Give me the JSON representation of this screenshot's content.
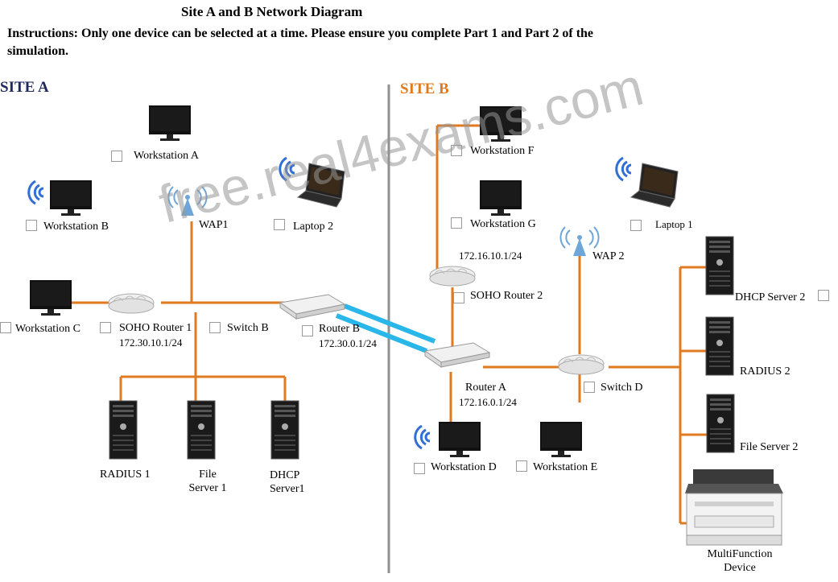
{
  "header": {
    "title": "Site A and B Network Diagram",
    "instructions": "Instructions: Only one device can be selected at a time. Please ensure you complete Part 1 and Part 2 of the simulation."
  },
  "sites": {
    "site_a": "SITE A",
    "site_b": "SITE B"
  },
  "site_a": {
    "workstation_a": "Workstation A",
    "workstation_b": "Workstation B",
    "wap1": "WAP1",
    "laptop_2": "Laptop 2",
    "workstation_c": "Workstation C",
    "soho_router_1": "SOHO Router 1",
    "soho_router_1_ip": "172.30.10.1/24",
    "switch_b": "Switch B",
    "router_b": "Router B",
    "router_b_ip": "172.30.0.1/24",
    "radius_1": "RADIUS 1",
    "file_server_1_line1": "File",
    "file_server_1_line2": "Server 1",
    "dhcp_server1_line1": "DHCP",
    "dhcp_server1_line2": "Server1"
  },
  "site_b": {
    "workstation_f": "Workstation F",
    "workstation_g": "Workstation G",
    "soho_router_2_ip": "172.16.10.1/24",
    "soho_router_2": "SOHO Router 2",
    "laptop_1": "Laptop 1",
    "wap_2": "WAP 2",
    "dhcp_server_2": "DHCP Server 2",
    "radius_2": "RADIUS 2",
    "router_a": "Router A",
    "router_a_ip": "172.16.0.1/24",
    "switch_d": "Switch D",
    "file_server_2": "File Server 2",
    "workstation_d": "Workstation D",
    "workstation_e": "Workstation E",
    "mfd_line1": "MultiFunction",
    "mfd_line2": "Device"
  },
  "watermark": "free.real4exams.com",
  "colors": {
    "cable": "#e07a20",
    "wan_link": "#29b6e8",
    "divider": "#909090",
    "site_a_title": "#1f2a5a",
    "site_b_title": "#e07a20",
    "wifi": "#2f6fd6"
  }
}
